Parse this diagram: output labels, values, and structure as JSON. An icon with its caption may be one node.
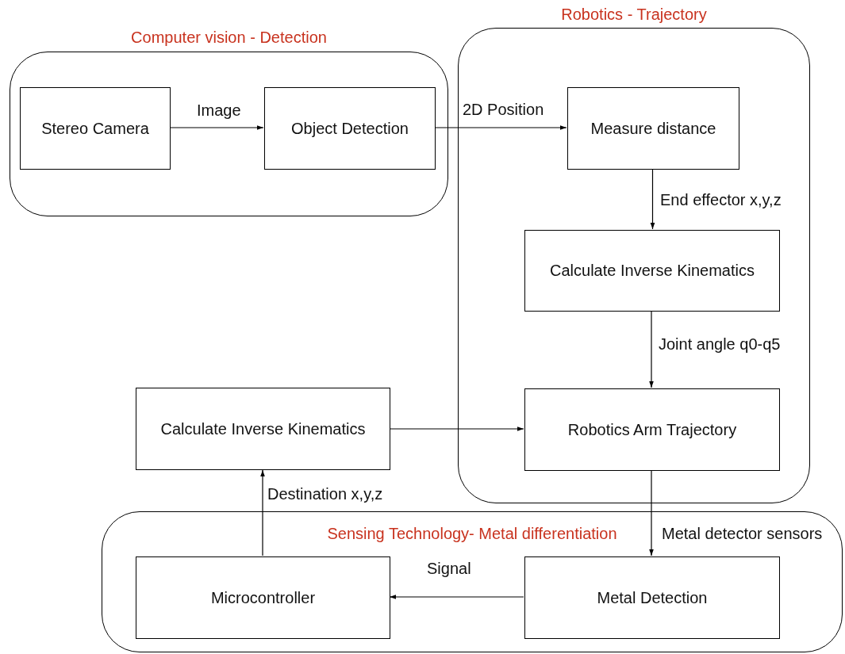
{
  "diagram": {
    "nodes": [
      {
        "text": [
          "Computer vision - Detection"
        ]
      },
      {
        "text": [
          "Stereo Camera"
        ],
        "in": 0
      },
      {
        "text": [
          "Object Detection"
        ],
        "in": 0
      },
      {
        "text": [
          "Robotics - Trajectory"
        ]
      },
      {
        "text": [
          "Measure distance"
        ],
        "in": 3
      },
      {
        "text": [
          "Calculate Inverse Kinematics"
        ],
        "in": 3
      },
      {
        "text": [
          "Robotics Arm Trajectory"
        ],
        "in": 3
      },
      {
        "text": [
          "Calculate Inverse Kinematics"
        ]
      },
      {
        "text": [
          "Sensing Technology- Metal differentiation"
        ]
      },
      {
        "text": [
          "Microcontroller"
        ],
        "in": 8
      },
      {
        "text": [
          "Metal Detection"
        ],
        "in": 8
      }
    ],
    "edges": [
      {
        "from": 1,
        "to": 2,
        "arrow": "to",
        "label": "Image"
      },
      {
        "from": 2,
        "to": 4,
        "arrow": "to",
        "label": "2D Position"
      },
      {
        "from": 4,
        "to": 5,
        "arrow": "to",
        "label": "End effector x,y,z"
      },
      {
        "from": 5,
        "to": 6,
        "arrow": "to",
        "label": "Joint angle q0-q5"
      },
      {
        "from": 7,
        "to": 6,
        "arrow": "to"
      },
      {
        "from": 6,
        "to": 10,
        "arrow": "to",
        "label": "Metal detector sensors"
      },
      {
        "from": 10,
        "to": 9,
        "arrow": "to",
        "label": "Signal"
      },
      {
        "from": 9,
        "to": 7,
        "arrow": "to",
        "label": "Destination x,y,z"
      }
    ]
  }
}
